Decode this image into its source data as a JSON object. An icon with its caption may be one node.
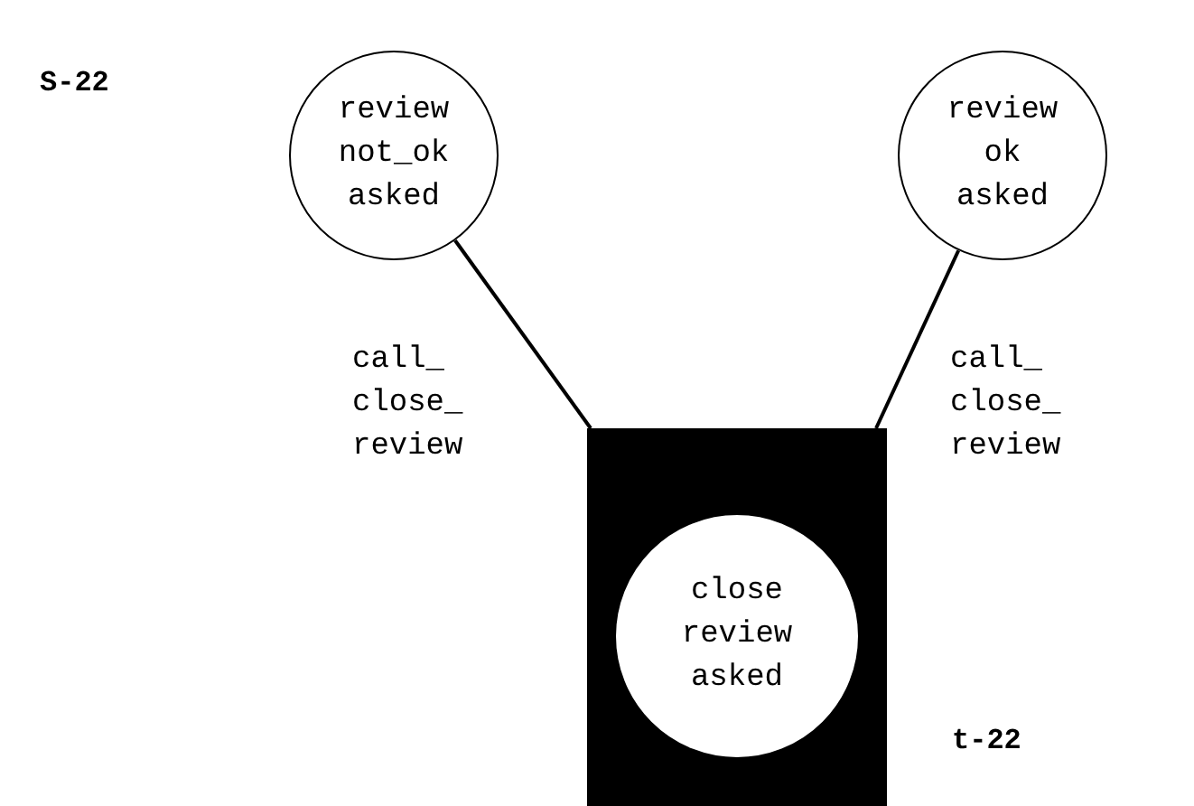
{
  "diagram": {
    "nodes": [
      {
        "text": [
          "review not_ok asked"
        ]
      },
      {
        "text": [
          "review ok asked"
        ]
      },
      {
        "text": [],
        "shape": "box"
      },
      {
        "text": [
          "close review asked"
        ],
        "in": 2
      }
    ],
    "edges": [
      {
        "from": 0,
        "to": 2,
        "arrow": "none",
        "label": "call_ close_ review"
      },
      {
        "from": 1,
        "to": 2,
        "arrow": "none",
        "label": "call_ close_ review"
      }
    ],
    "labels": [
      "S-22",
      "t-22"
    ]
  }
}
